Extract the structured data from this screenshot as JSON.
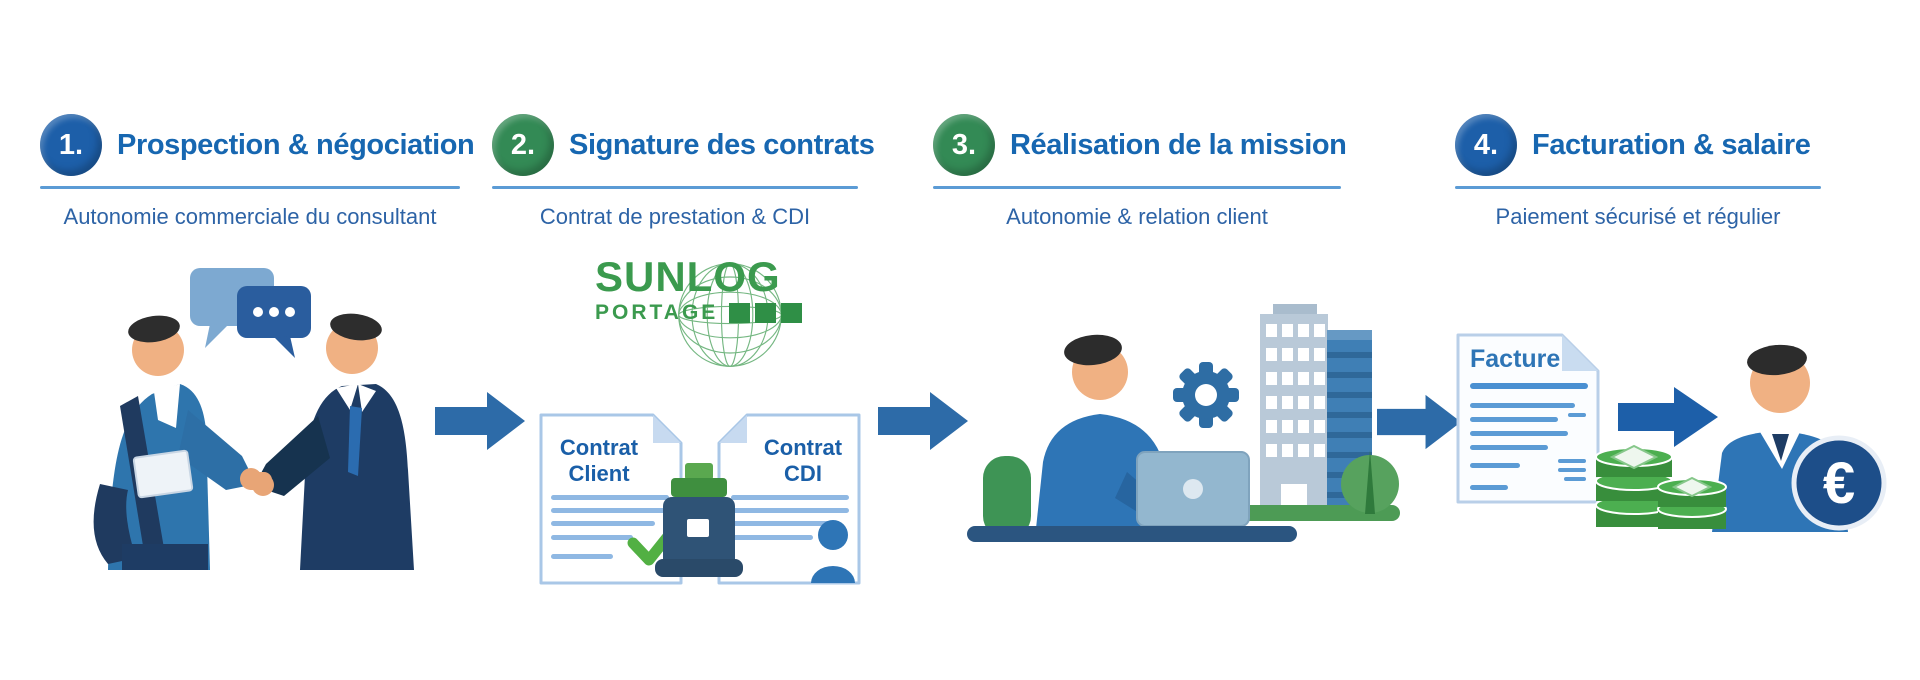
{
  "brand": {
    "name": "SUNLOG",
    "tagline": "PORTAGE"
  },
  "colors": {
    "title": "#1767b1",
    "subtitle": "#2d63a6",
    "underline": "#5b9bd5",
    "arrow": "#2d6ba8",
    "badge_blue": "#1d5fa9",
    "badge_green": "#338a55",
    "logo_green": "#3b9a4e"
  },
  "steps": [
    {
      "number": "1.",
      "title": "Prospection & négociation",
      "subtitle": "Autonomie commerciale du consultant",
      "badge_color": "#1d5fa9"
    },
    {
      "number": "2.",
      "title": "Signature des contrats",
      "subtitle": "Contrat de prestation & CDI",
      "badge_color": "#338a55"
    },
    {
      "number": "3.",
      "title": "Réalisation de la mission",
      "subtitle": "Autonomie & relation client",
      "badge_color": "#338a55"
    },
    {
      "number": "4.",
      "title": "Facturation & salaire",
      "subtitle": "Paiement sécurisé et régulier",
      "badge_color": "#1d5fa9"
    }
  ],
  "illustrations": {
    "contract_client": {
      "line1": "Contrat",
      "line2": "Client"
    },
    "contract_cdi": {
      "line1": "Contrat",
      "line2": "CDI"
    },
    "invoice_label": "Facture",
    "euro_symbol": "€"
  }
}
